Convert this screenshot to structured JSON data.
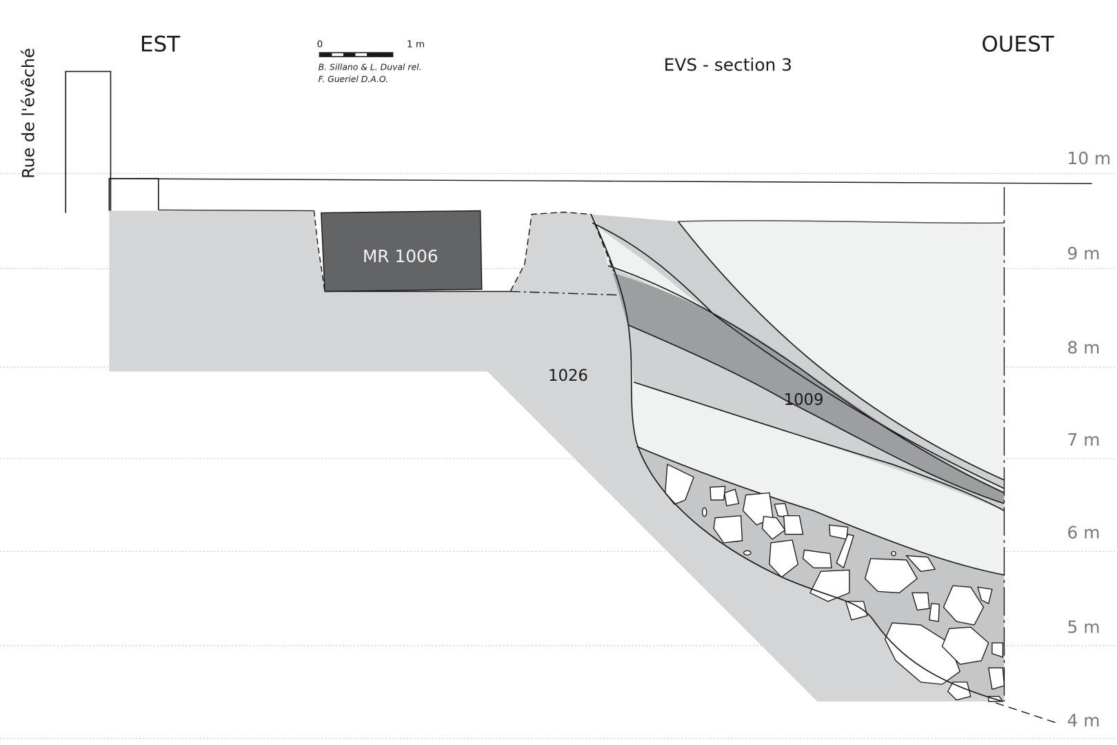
{
  "title": "EVS - section 3",
  "orientation": {
    "left": "EST",
    "right": "OUEST"
  },
  "street_label": "Rue de l'évêché",
  "scale_bar": {
    "start": "0",
    "end": "1 m"
  },
  "credits": [
    "B. Sillano & L. Duval rel.",
    "F. Gueriel D.A.O."
  ],
  "elevations": [
    "10 m",
    "9 m",
    "8 m",
    "7 m",
    "6 m",
    "5 m",
    "4 m"
  ],
  "units": {
    "wall": "MR 1006",
    "fill_left": "1026",
    "layer_dark": "1009"
  },
  "colors": {
    "wall": "#636466",
    "fill_1026": "#d4d5d7",
    "layer_1009": "#9d9ea0",
    "light": "#f0f1f1",
    "stones_matrix": "#c5c6c8"
  }
}
